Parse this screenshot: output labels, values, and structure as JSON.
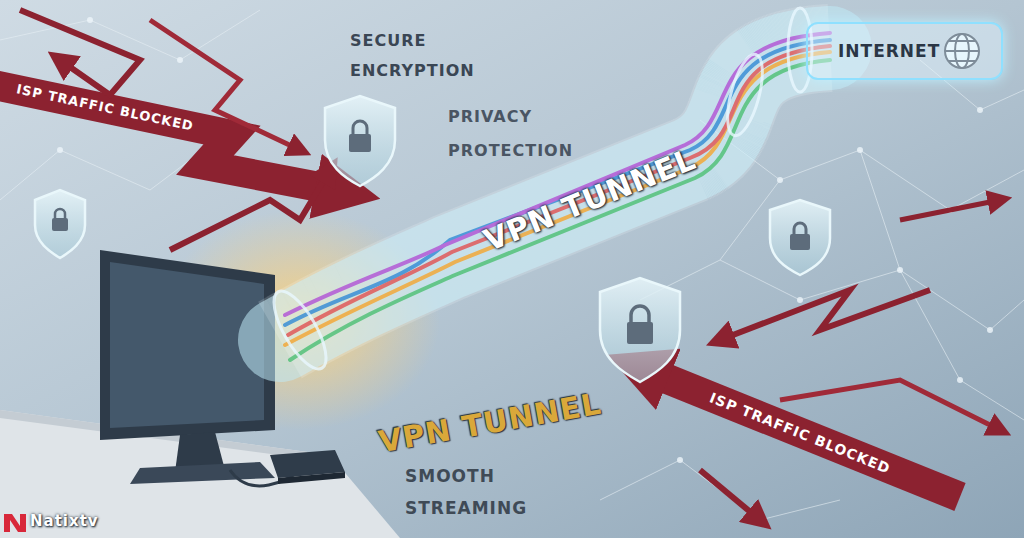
{
  "diagram": {
    "nodes": [
      {
        "text": [
          "INTERNET"
        ]
      }
    ],
    "labels": [
      "SECURE ENCRYPTION",
      "ISP TRAFFIC BLOCKED",
      "PRIVACY PROTECTION",
      "VPN TUNNEL",
      "VPN TUNNEL",
      "SMOOTH STREAMING",
      "ISP TRAFFIC BLOCKED",
      "Natixtv"
    ]
  }
}
